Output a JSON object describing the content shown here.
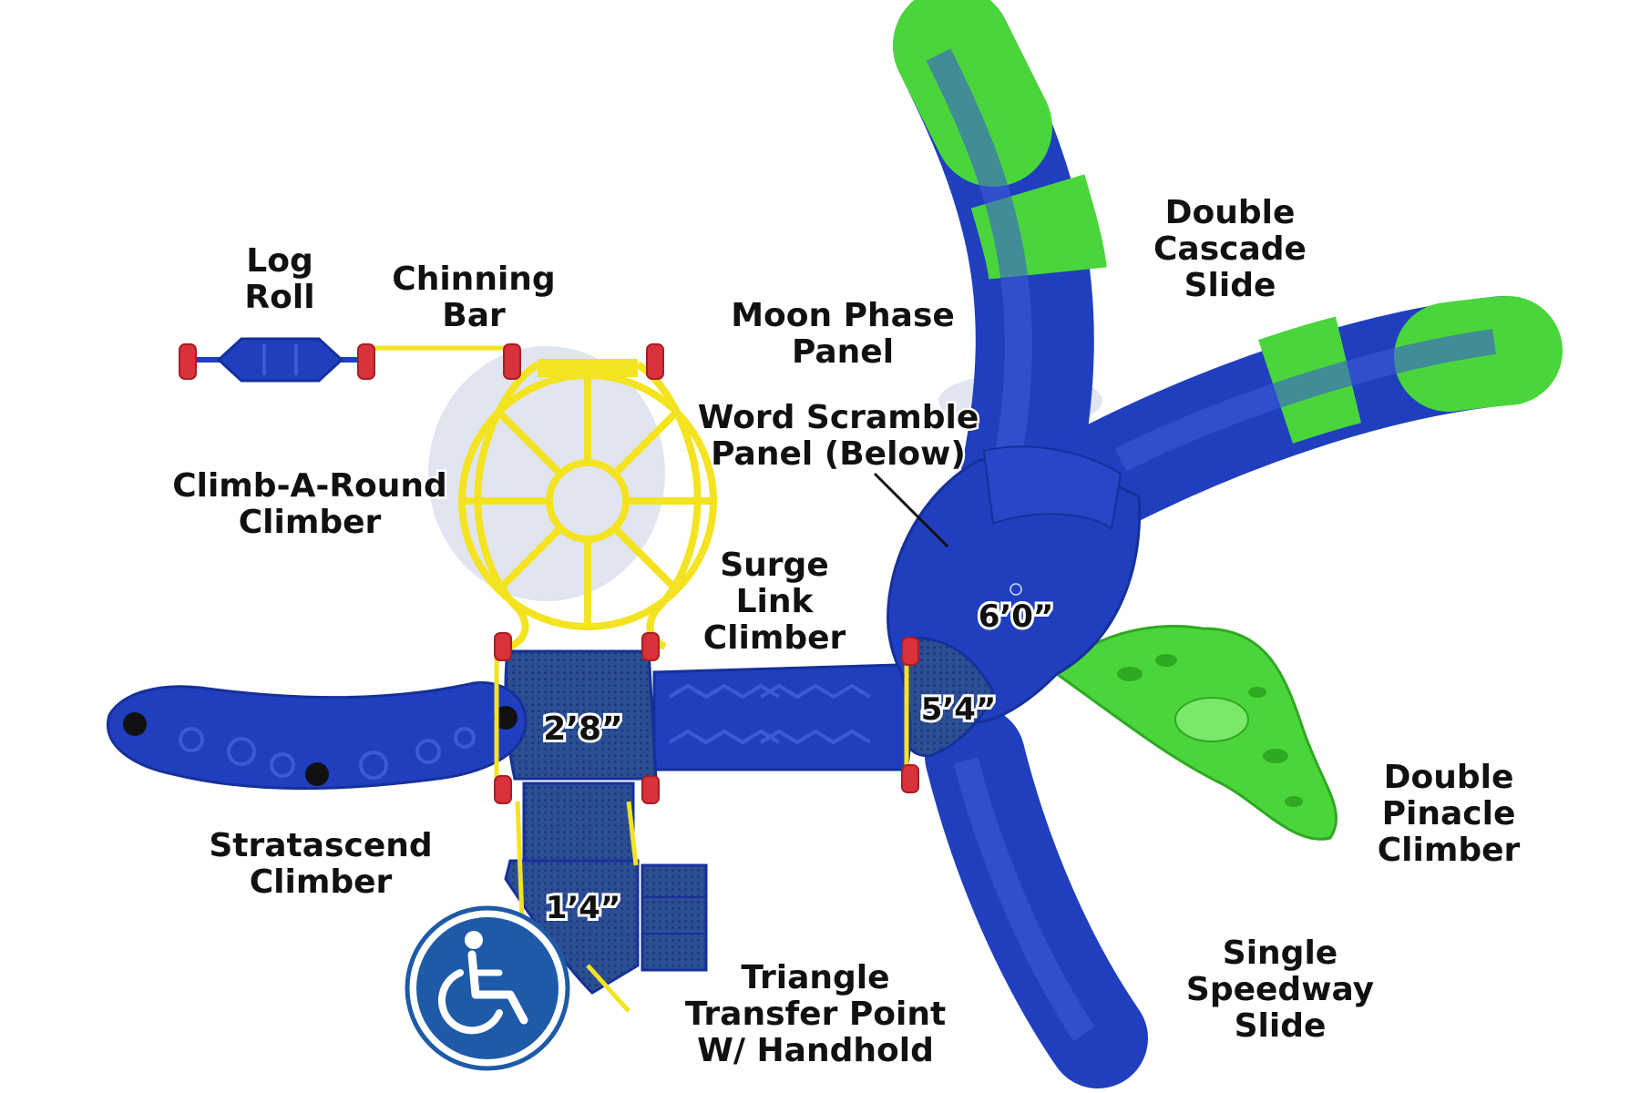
{
  "colors": {
    "blue": "#1f3fbf",
    "blue_dark": "#16309a",
    "green": "#4ad63a",
    "yellow": "#f3e321",
    "red": "#d9323a",
    "deck_blue": "#2b4e94",
    "accessibility_blue": "#1e5aa8"
  },
  "labels": {
    "log_roll": [
      "Log",
      "Roll"
    ],
    "chinning_bar": [
      "Chinning",
      "Bar"
    ],
    "moon_phase": [
      "Moon Phase",
      "Panel"
    ],
    "word_scramble": [
      "Word Scramble",
      "Panel (Below)"
    ],
    "climb_a_round": [
      "Climb-A-Round",
      "Climber"
    ],
    "surge_link": [
      "Surge",
      "Link",
      "Climber"
    ],
    "double_cascade": [
      "Double",
      "Cascade",
      "Slide"
    ],
    "double_pinacle": [
      "Double",
      "Pinacle",
      "Climber"
    ],
    "single_speedway": [
      "Single",
      "Speedway",
      "Slide"
    ],
    "stratascend": [
      "Stratascend",
      "Climber"
    ],
    "triangle_transfer": [
      "Triangle",
      "Transfer Point",
      "W/ Handhold"
    ]
  },
  "dimensions": {
    "deck_high": "6’0”",
    "deck_mid": "5’4”",
    "deck_main": "2’8”",
    "deck_low": "1’4”"
  },
  "icons": {
    "accessibility": "wheelchair-accessibility-icon"
  }
}
